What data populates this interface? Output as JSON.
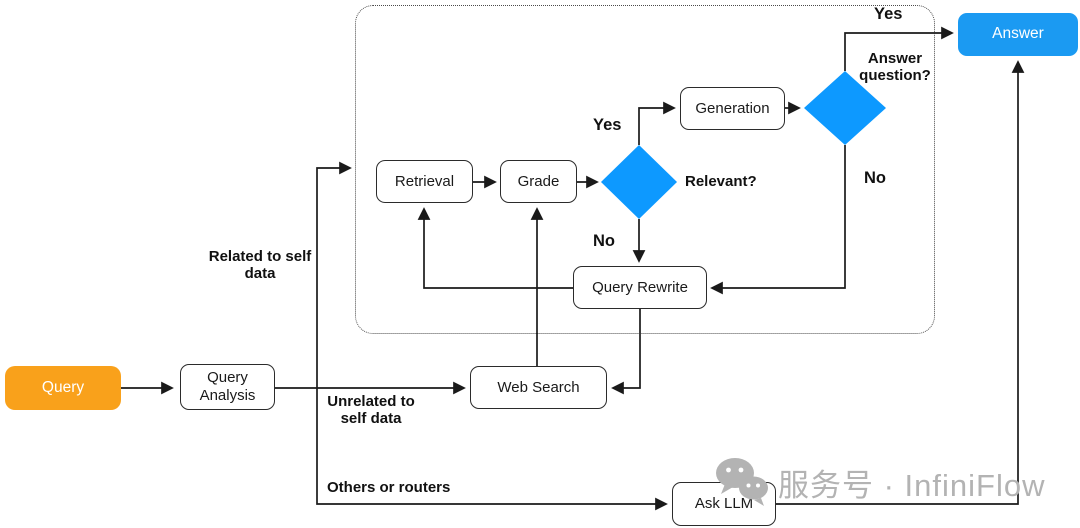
{
  "diagram": {
    "type": "flowchart",
    "title": "Adaptive RAG query routing flow",
    "colors": {
      "start_node_orange": "#F9A11B",
      "end_node_blue": "#1B9AF2",
      "decision_diamond_blue": "#0D99FF",
      "box_border": "#2b2b2b",
      "edge_line": "#1a1a1a",
      "dotted_container_border": "#4a4a4a",
      "watermark_gray": "#b3b3b3"
    },
    "nodes": {
      "query": {
        "label": "Query",
        "shape": "rounded-rect",
        "fill": "orange"
      },
      "query_analysis": {
        "label": "Query\nAnalysis",
        "shape": "rounded-rect",
        "fill": "white"
      },
      "retrieval": {
        "label": "Retrieval",
        "shape": "rounded-rect",
        "fill": "white"
      },
      "grade": {
        "label": "Grade",
        "shape": "rounded-rect",
        "fill": "white"
      },
      "generation": {
        "label": "Generation",
        "shape": "rounded-rect",
        "fill": "white"
      },
      "query_rewrite": {
        "label": "Query Rewrite",
        "shape": "rounded-rect",
        "fill": "white"
      },
      "web_search": {
        "label": "Web Search",
        "shape": "rounded-rect",
        "fill": "white"
      },
      "ask_llm": {
        "label": "Ask LLM",
        "shape": "rounded-rect",
        "fill": "white"
      },
      "answer": {
        "label": "Answer",
        "shape": "rounded-rect",
        "fill": "blue"
      }
    },
    "decisions": {
      "relevant": {
        "label": "Relevant?",
        "shape": "diamond",
        "fill": "blue"
      },
      "answer_question": {
        "label": "Answer\nquestion?",
        "shape": "diamond",
        "fill": "blue"
      }
    },
    "edge_labels": {
      "related": "Related to self\ndata",
      "unrelated": "Unrelated to\nself data",
      "others": "Others or routers",
      "yes_relevant": "Yes",
      "no_relevant": "No",
      "yes_answer": "Yes",
      "no_answer": "No"
    },
    "edges": [
      {
        "from": "query",
        "to": "query_analysis"
      },
      {
        "from": "query_analysis",
        "to": "dotted_container",
        "label": "Related to self data"
      },
      {
        "from": "query_analysis",
        "to": "web_search",
        "label": "Unrelated to self data"
      },
      {
        "from": "query_analysis",
        "to": "ask_llm",
        "label": "Others or routers"
      },
      {
        "from": "retrieval",
        "to": "grade"
      },
      {
        "from": "grade",
        "to": "relevant"
      },
      {
        "from": "relevant",
        "to": "generation",
        "label": "Yes"
      },
      {
        "from": "relevant",
        "to": "query_rewrite",
        "label": "No"
      },
      {
        "from": "generation",
        "to": "answer_question"
      },
      {
        "from": "answer_question",
        "to": "answer",
        "label": "Yes"
      },
      {
        "from": "answer_question",
        "to": "query_rewrite",
        "label": "No"
      },
      {
        "from": "query_rewrite",
        "to": "retrieval"
      },
      {
        "from": "query_rewrite",
        "to": "web_search"
      },
      {
        "from": "web_search",
        "to": "grade"
      },
      {
        "from": "ask_llm",
        "to": "answer"
      }
    ],
    "watermark": {
      "icon": "wechat-icon",
      "text": "服务号 · InfiniFlow"
    }
  }
}
